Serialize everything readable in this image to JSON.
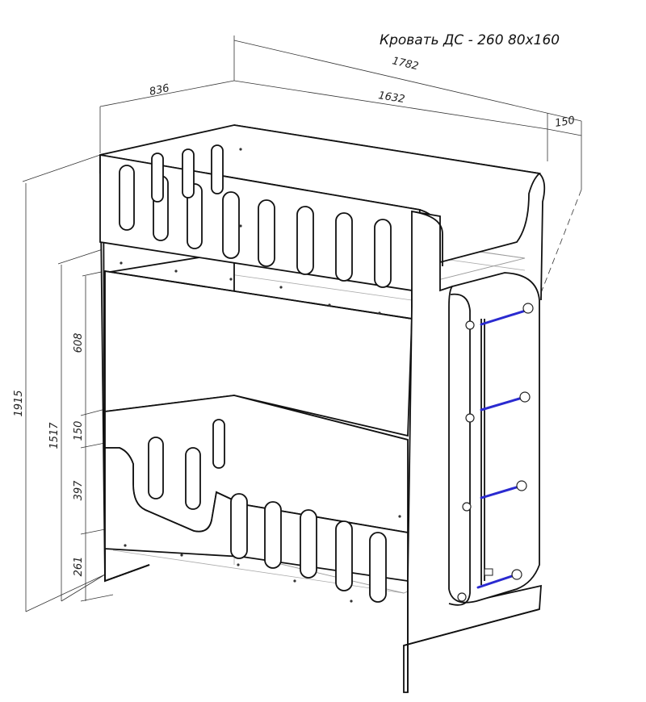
{
  "title": "Кровать ДС - 260 80х160",
  "dimensions": {
    "total_length": "1782",
    "bed_length": "1632",
    "ladder_offset": "150",
    "depth": "836",
    "total_height": "1915",
    "lower_top_height": "1517",
    "upper_gap": "608",
    "rail": "150",
    "lower_board": "397",
    "floor_clearance": "261"
  },
  "colors": {
    "line": "#111111",
    "hidden_line": "#aaaaaa",
    "rung": "#2a2ad0",
    "background": "#ffffff"
  }
}
